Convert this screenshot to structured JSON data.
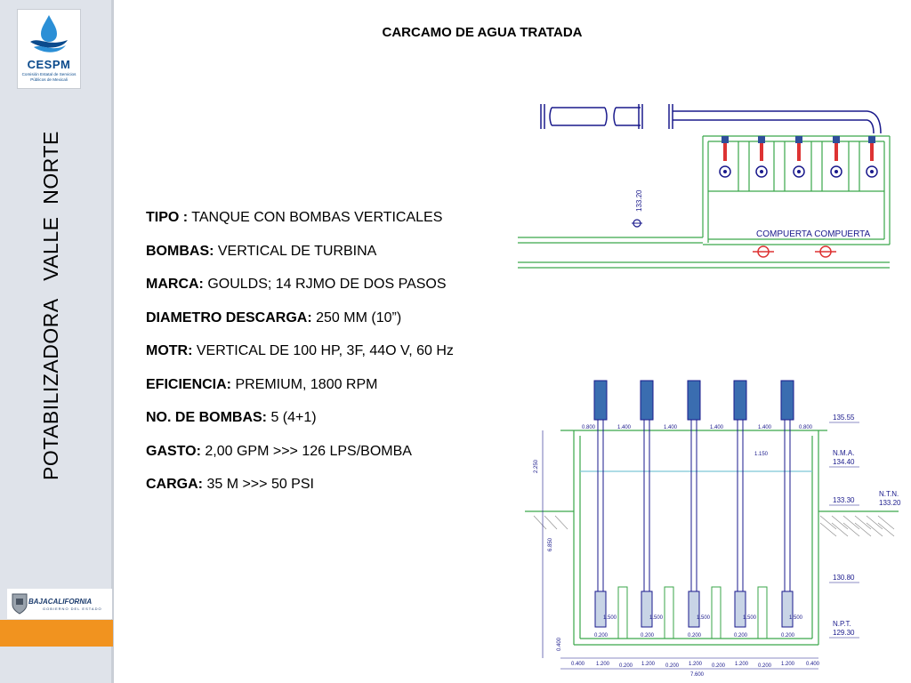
{
  "header": {
    "title": "CARCAMO DE AGUA TRATADA"
  },
  "sidebar": {
    "logo_name": "CESPM",
    "logo_subtitle": "Comisión Estatal de Servicios Públicos de Mexicali",
    "vertical_title": "POTABILIZADORA   VALLE  NORTE",
    "footer_logo": "BAJACALIFORNIA",
    "footer_logo_sub": "GOBIERNO DEL ESTADO",
    "colors": {
      "sidebar_bg": "#dfe3ea",
      "accent_bar": "#f1931f",
      "brand_blue": "#0a4a8c"
    }
  },
  "specs": [
    {
      "label": "TIPO :",
      "value": " TANQUE CON BOMBAS VERTICALES"
    },
    {
      "label": "BOMBAS:",
      "value": " VERTICAL DE TURBINA"
    },
    {
      "label": "MARCA:",
      "value": " GOULDS; 14 RJMO DE DOS PASOS"
    },
    {
      "label": "DIAMETRO DESCARGA:",
      "value": " 250 MM (10”)"
    },
    {
      "label": "MOTR:",
      "value": " VERTICAL DE 100 HP, 3F, 44O V, 60 Hz"
    },
    {
      "label": "EFICIENCIA:",
      "value": " PREMIUM, 1800 RPM"
    },
    {
      "label": "NO. DE  BOMBAS:",
      "value": " 5 (4+1)"
    },
    {
      "label": "GASTO:",
      "value": " 2,00 GPM >>> 126 LPS/BOMBA"
    },
    {
      "label": "CARGA:",
      "value": " 35 M >>> 50 PSI"
    }
  ],
  "plan_view": {
    "gate_label": "COMPUERTA COMPUERTA",
    "elevation_label": "133.20"
  },
  "section_view": {
    "elevations": [
      "135.55",
      "N.M.A.",
      "134.40",
      "133.30",
      "N.T.N.",
      "133.20",
      "130.80",
      "N.P.T.",
      "129.30"
    ],
    "top_spacings": [
      "0.800",
      "1.400",
      "1.400",
      "1.400",
      "1.400",
      "0.800"
    ],
    "bottom_spacings": [
      "0.400",
      "1.200",
      "0.200",
      "1.200",
      "0.200",
      "1.200",
      "0.200",
      "1.200",
      "0.200",
      "1.200",
      "0.400"
    ],
    "total_width": "7.600",
    "left_dims": [
      "2.250",
      "6.850",
      "0.400"
    ],
    "inner_dim": "1.150",
    "pump_heights": [
      "1.500",
      "1.500",
      "1.500",
      "1.500",
      "1.500"
    ],
    "base_dims": [
      "0.200",
      "0.200",
      "0.200",
      "0.200",
      "0.200"
    ]
  }
}
